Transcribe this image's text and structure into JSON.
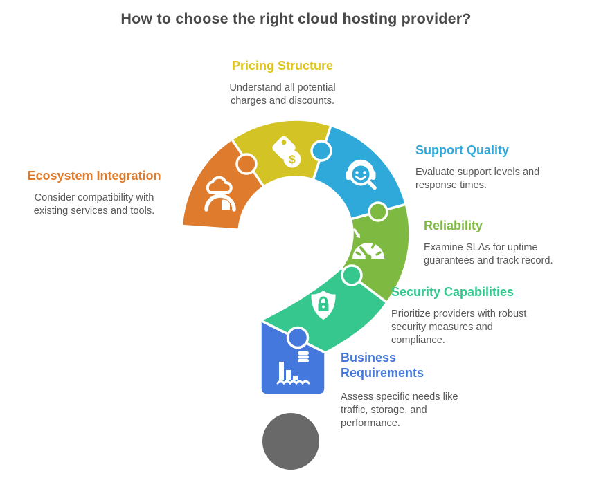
{
  "title": "How to choose the right cloud hosting provider?",
  "colors": {
    "orange": "#df7b2d",
    "yellow": "#d3c324",
    "yellow_heading": "#dfc41c",
    "sky": "#2fa8da",
    "green": "#7eba41",
    "teal": "#36c78e",
    "blue": "#4478dc",
    "dot": "#696969",
    "title_text": "#4a4a4a",
    "body_text": "#58585a"
  },
  "glyphs": {
    "dollar": "$"
  },
  "sections": {
    "pricing": {
      "label": "Pricing Structure",
      "desc": "Understand all potential\ncharges and discounts."
    },
    "support": {
      "label": "Support Quality",
      "desc": "Evaluate support levels and\nresponse times."
    },
    "reliability": {
      "label": "Reliability",
      "desc": "Examine SLAs for uptime\nguarantees and track record."
    },
    "security": {
      "label": "Security Capabilities",
      "desc": "Prioritize providers with robust\nsecurity measures and\ncompliance."
    },
    "business": {
      "label": "Business\nRequirements",
      "desc": "Assess specific needs like\ntraffic, storage, and\nperformance."
    },
    "ecosystem": {
      "label": "Ecosystem Integration",
      "desc": "Consider compatibility with\nexisting services and tools."
    }
  }
}
